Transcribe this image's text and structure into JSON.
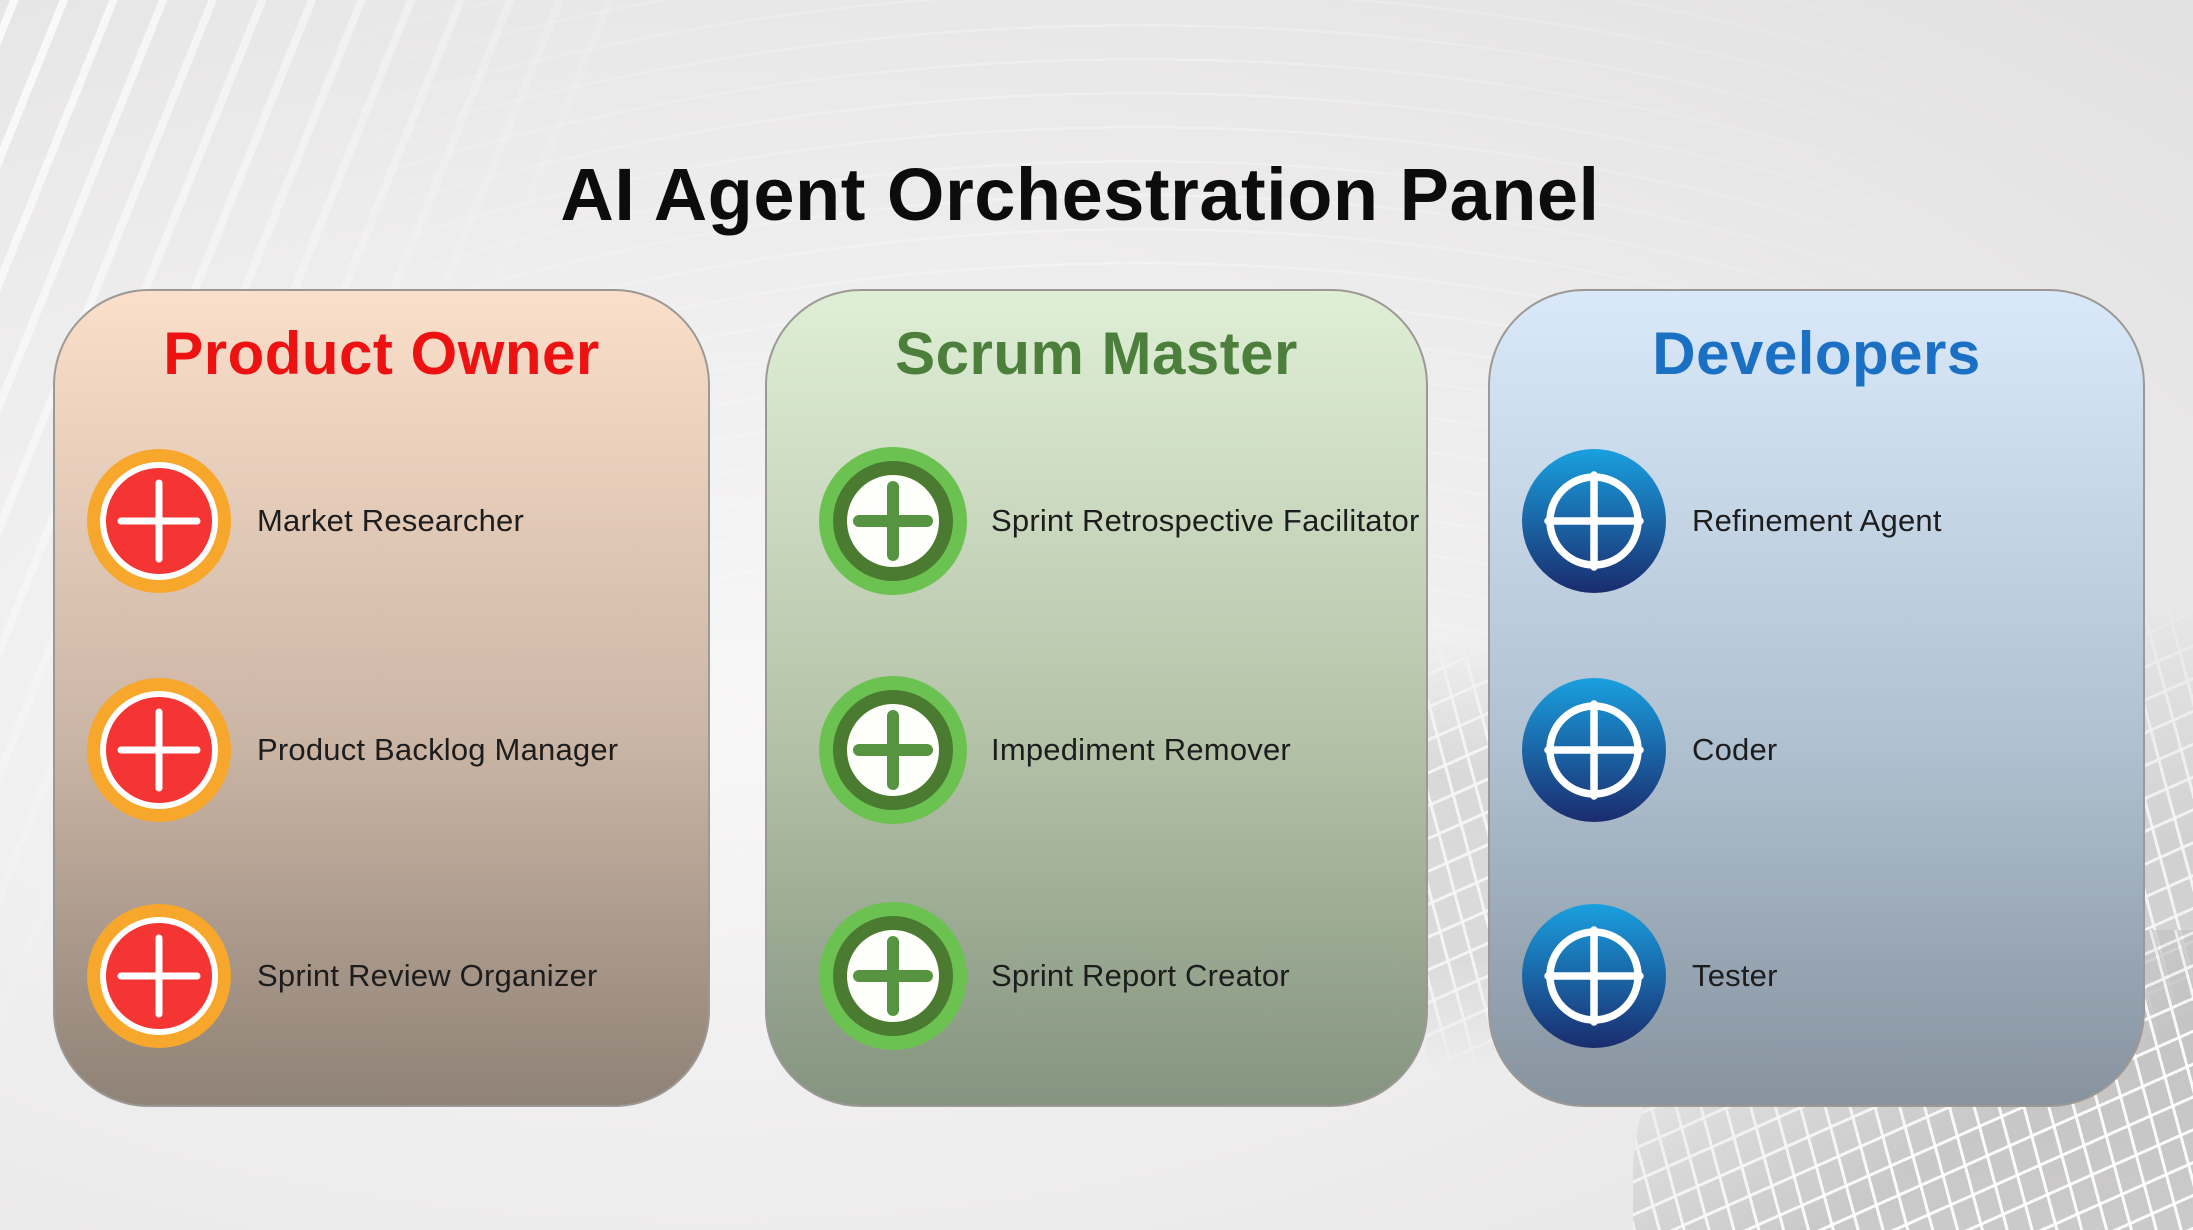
{
  "page": {
    "title": "AI Agent Orchestration Panel"
  },
  "panels": [
    {
      "id": "product-owner",
      "title": "Product Owner",
      "title_color": "#ee1111",
      "icon": "add-agent-plus-icon",
      "icon_colors": {
        "ring": "#f7a72b",
        "fill": "#f53434",
        "plus": "#ffffff"
      },
      "card_gradient": {
        "top": "#fadfca",
        "bottom": "#8f8276"
      },
      "agents": [
        {
          "label": "Market Researcher"
        },
        {
          "label": "Product Backlog Manager"
        },
        {
          "label": "Sprint Review Organizer"
        }
      ]
    },
    {
      "id": "scrum-master",
      "title": "Scrum Master",
      "title_color": "#4d7f3c",
      "icon": "add-agent-plus-icon",
      "icon_colors": {
        "ring": "#6cc250",
        "inner_ring": "#4a7b31",
        "fill": "#ffffff",
        "plus": "#579442"
      },
      "card_gradient": {
        "top": "#dfefd5",
        "bottom": "#859480"
      },
      "agents": [
        {
          "label": "Sprint Retrospective Facilitator"
        },
        {
          "label": "Impediment Remover"
        },
        {
          "label": "Sprint Report Creator"
        }
      ]
    },
    {
      "id": "developers",
      "title": "Developers",
      "title_color": "#1b70c4",
      "icon": "add-agent-plus-icon",
      "icon_colors": {
        "fill_top": "#1aa0df",
        "fill_bottom": "#1a2c6e",
        "ring": "#ffffff",
        "plus": "#ffffff"
      },
      "card_gradient": {
        "top": "#d9e9fa",
        "bottom": "#87939f"
      },
      "agents": [
        {
          "label": "Refinement Agent"
        },
        {
          "label": "Coder"
        },
        {
          "label": "Tester"
        }
      ]
    }
  ]
}
